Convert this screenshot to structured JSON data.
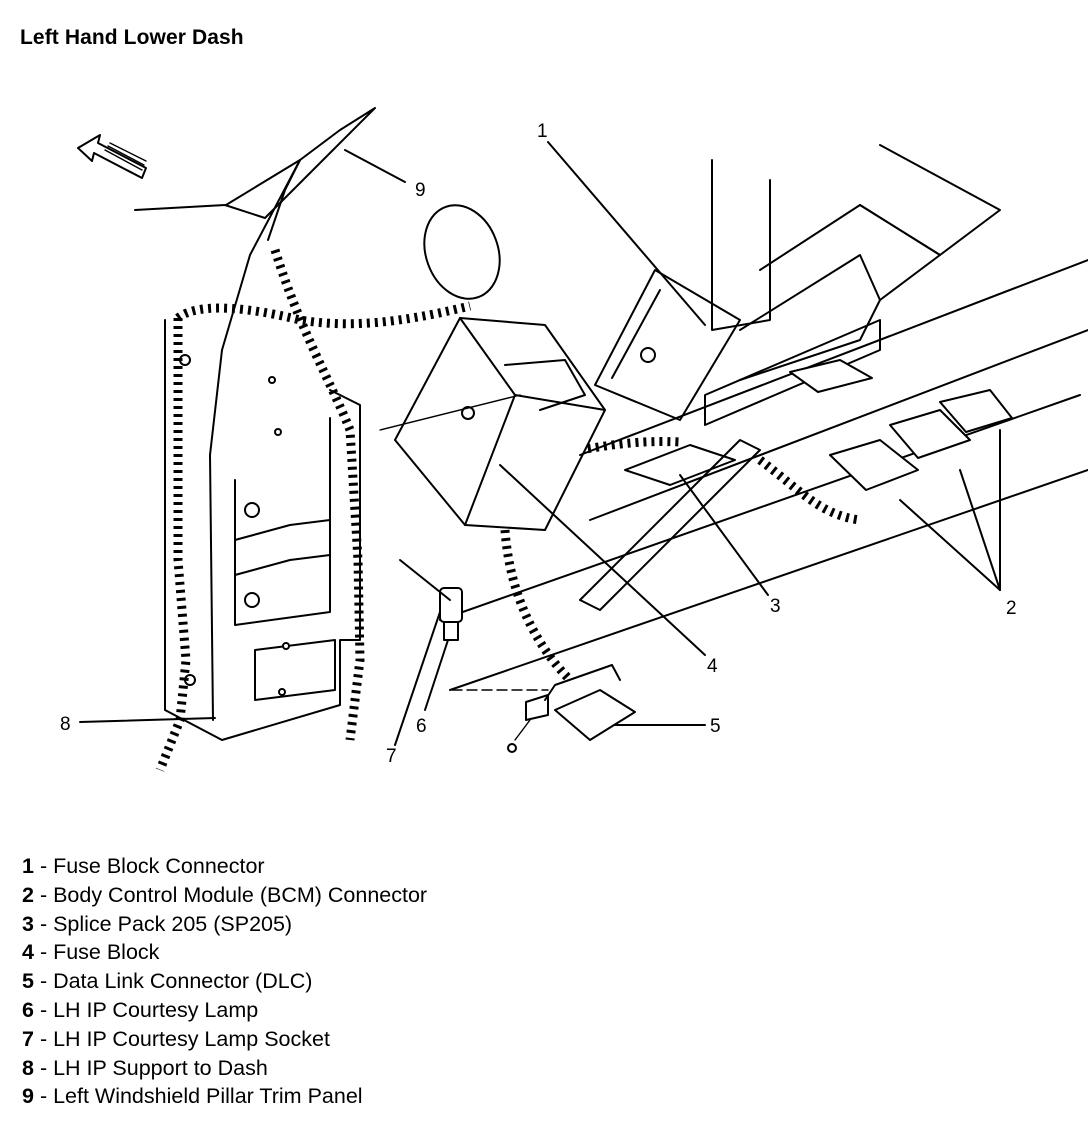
{
  "title": "Left Hand Lower Dash",
  "callouts": [
    "1",
    "2",
    "3",
    "4",
    "5",
    "6",
    "7",
    "8",
    "9"
  ],
  "legend": [
    {
      "num": "1",
      "text": " - Fuse Block Connector"
    },
    {
      "num": "2",
      "text": " - Body Control Module (BCM) Connector"
    },
    {
      "num": "3",
      "text": " - Splice Pack 205 (SP205)"
    },
    {
      "num": "4",
      "text": " - Fuse Block"
    },
    {
      "num": "5",
      "text": " - Data Link Connector (DLC)"
    },
    {
      "num": "6",
      "text": " - LH IP Courtesy Lamp"
    },
    {
      "num": "7",
      "text": " - LH IP Courtesy Lamp Socket"
    },
    {
      "num": "8",
      "text": " - LH IP Support to Dash"
    },
    {
      "num": "9",
      "text": " - Left Windshield Pillar Trim Panel"
    }
  ]
}
